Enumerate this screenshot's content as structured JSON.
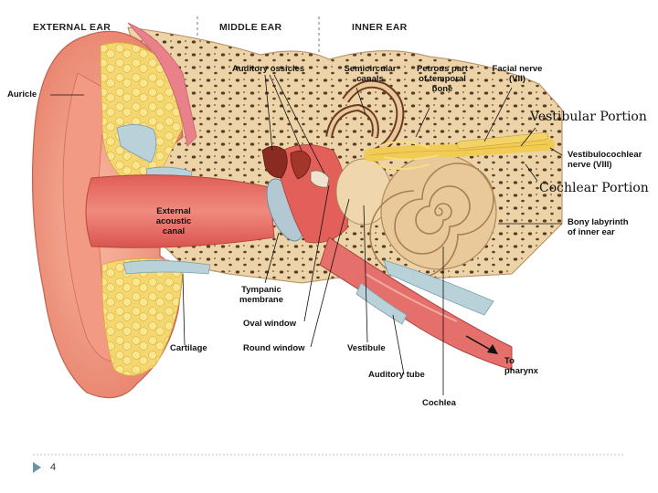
{
  "sections": {
    "external_ear": "EXTERNAL EAR",
    "middle_ear": "MIDDLE EAR",
    "inner_ear": "INNER EAR"
  },
  "labels": {
    "auricle": "Auricle",
    "auditory_ossicles": "Auditory ossicles",
    "semicircular_canals": [
      "Semicircular",
      "canals"
    ],
    "petrous_part": [
      "Petrous part",
      "of temporal",
      "bone"
    ],
    "facial_nerve": [
      "Facial nerve",
      "(VII)"
    ],
    "vestibulocochlear_nerve": [
      "Vestibulocochlear",
      "nerve (VIII)"
    ],
    "external_acoustic_canal": [
      "External",
      "acoustic",
      "canal"
    ],
    "bony_labyrinth": [
      "Bony labyrinth",
      "of inner ear"
    ],
    "tympanic_membrane": [
      "Tympanic",
      "membrane"
    ],
    "oval_window": "Oval window",
    "round_window": "Round window",
    "cartilage": "Cartilage",
    "vestibule": "Vestibule",
    "auditory_tube": "Auditory tube",
    "cochlea": "Cochlea",
    "to_pharynx": [
      "To",
      "pharynx"
    ]
  },
  "annotations": {
    "vestibular_portion": "Vestibular Portion",
    "cochlear_portion": "Cochlear Portion"
  },
  "footer": {
    "page_number": "4"
  },
  "colors": {
    "skin": "#f2a08a",
    "canal": "#e8746a",
    "bone": "#ecd4a8",
    "cartilage": "#f7e27a",
    "cochlea": "#e9c99a",
    "nerve": "#f0cc55",
    "membrane": "#a9c1cf"
  }
}
